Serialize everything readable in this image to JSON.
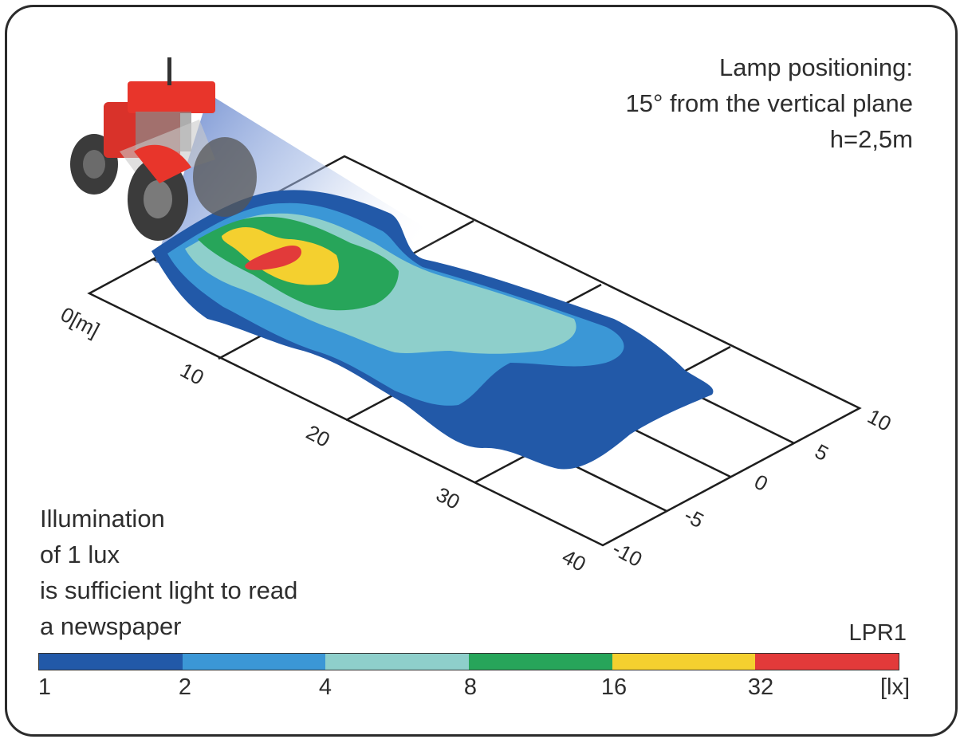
{
  "header": {
    "line1": "Lamp positioning:",
    "line2": "15° from the vertical plane",
    "line3": "h=2,5m"
  },
  "note": {
    "line1": "Illumination",
    "line2": "of 1 lux",
    "line3": "is sufficient light to read",
    "line4": "a newspaper"
  },
  "product": "LPR1",
  "axes": {
    "distance_labels": [
      "0[m]",
      "10",
      "20",
      "30",
      "40"
    ],
    "lateral_labels": [
      "-10",
      "-5",
      "0",
      "5",
      "10"
    ]
  },
  "legend": {
    "ticks": [
      "1",
      "2",
      "4",
      "8",
      "16",
      "32"
    ],
    "unit": "[lx]",
    "colors": [
      "#2259a8",
      "#3b97d6",
      "#8ecfcb",
      "#27a55a",
      "#f4d02f",
      "#e23a3a"
    ]
  },
  "colors": {
    "tractor_body": "#e8352b",
    "tractor_tire": "#3b3b3b",
    "frame": "#2b2b2b"
  }
}
